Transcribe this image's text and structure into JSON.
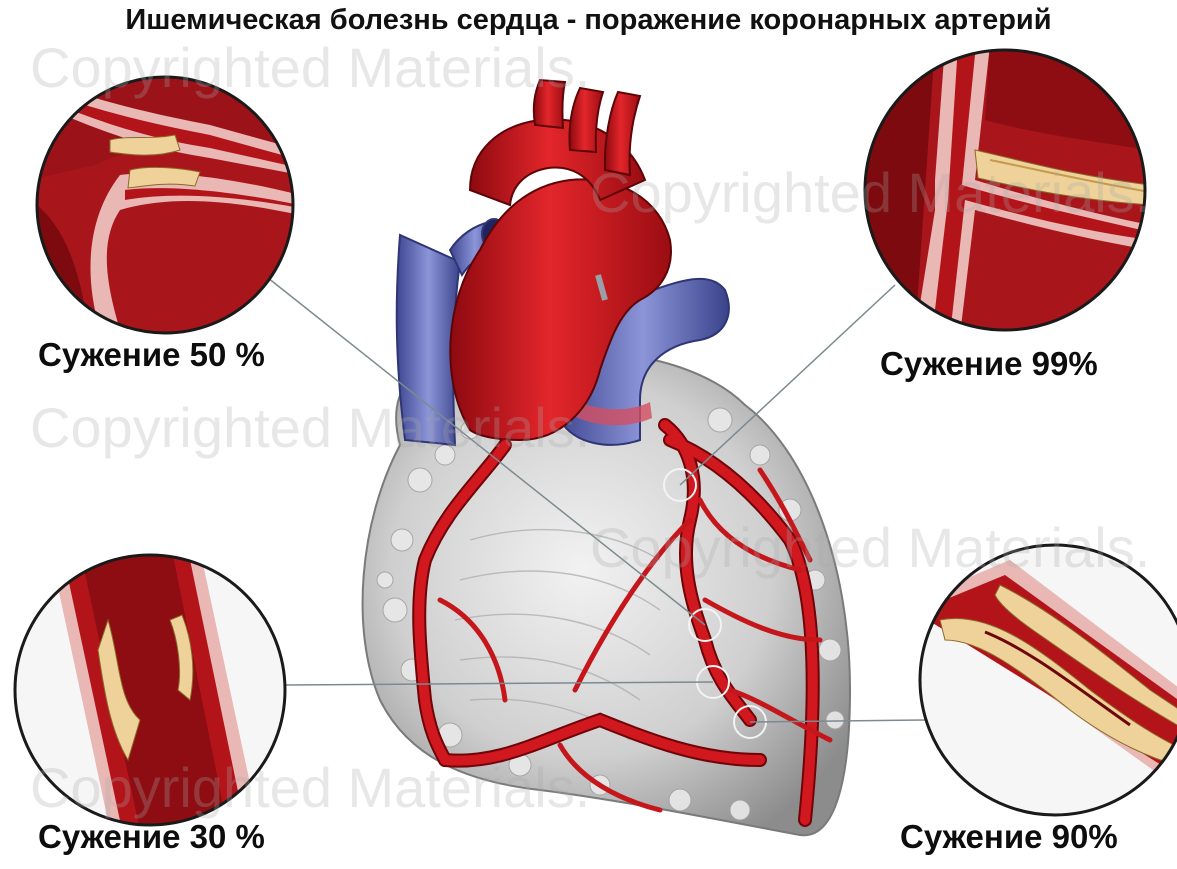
{
  "title": "Ишемическая болезнь сердца - поражение коронарных артерий",
  "watermark": "Copyrighted Materials.",
  "panels": [
    {
      "id": "top-left",
      "label": "Сужение 50 %",
      "narrowing_percent": 50
    },
    {
      "id": "top-right",
      "label": "Сужение 99%",
      "narrowing_percent": 99
    },
    {
      "id": "bottom-left",
      "label": "Сужение 30 %",
      "narrowing_percent": 30
    },
    {
      "id": "bottom-right",
      "label": "Сужение 90%",
      "narrowing_percent": 90
    }
  ],
  "colors": {
    "artery": "#c0161c",
    "artery_dark": "#7a0a0e",
    "vessel_wall": "#e9b7b4",
    "plaque": "#eed29a",
    "vein": "#5d68b3",
    "myocardium": "#d4d4d4"
  }
}
